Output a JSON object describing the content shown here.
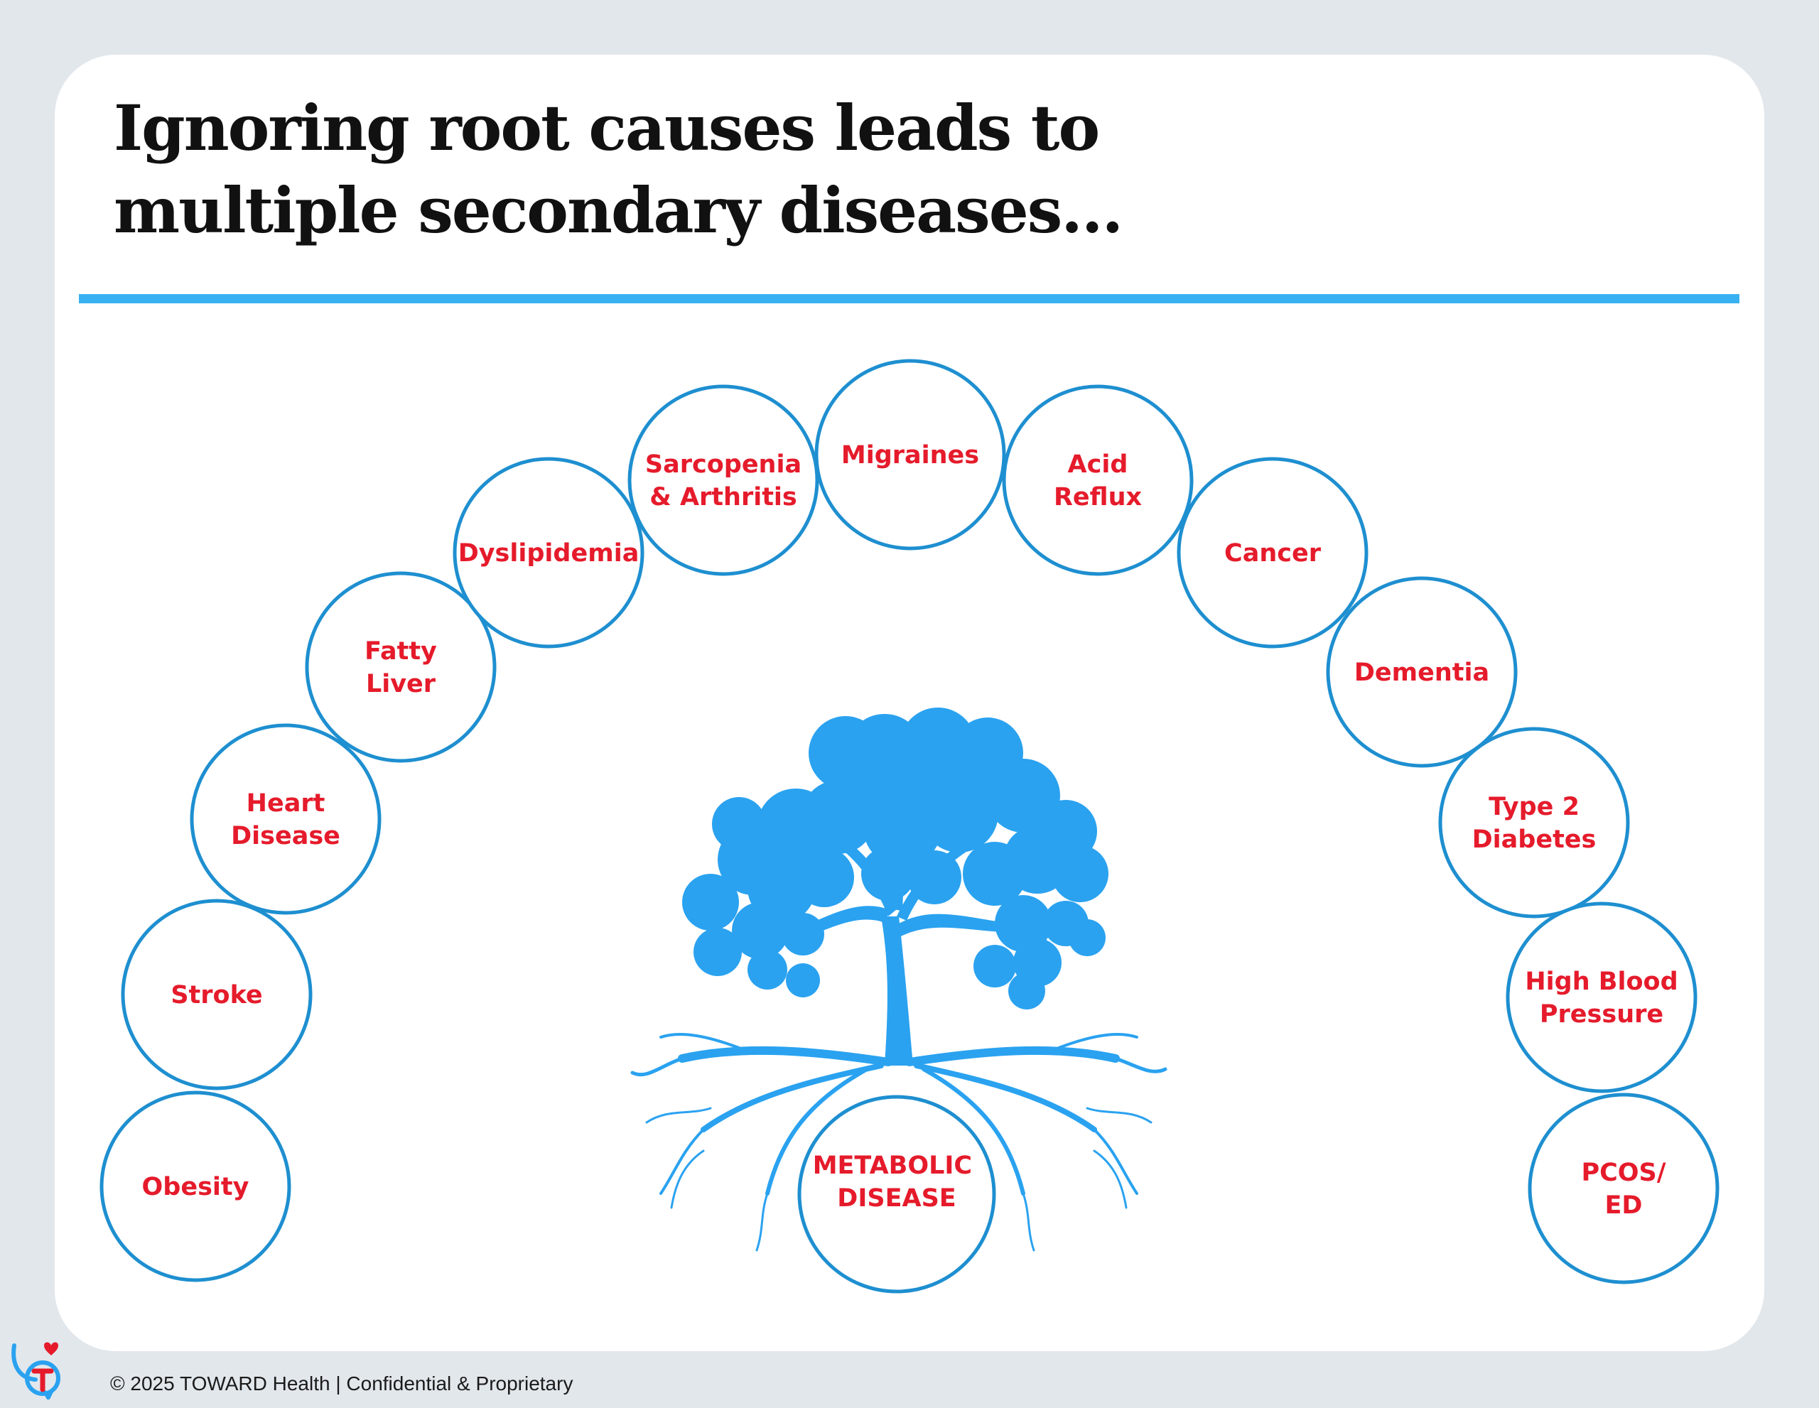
{
  "title_lines": [
    "Ignoring root causes leads to",
    "multiple secondary diseases..."
  ],
  "footer": "© 2025 TOWARD Health | Confidential & Proprietary",
  "colors": {
    "accent_blue": "#38b1f2",
    "circle_stroke": "#1e8fd0",
    "label_red": "#e51b2b",
    "tree_blue": "#2aa2f0"
  },
  "root": {
    "lines": [
      "METABOLIC",
      "DISEASE"
    ]
  },
  "nodes": [
    {
      "id": "obesity",
      "lines": [
        "Obesity"
      ]
    },
    {
      "id": "stroke",
      "lines": [
        "Stroke"
      ]
    },
    {
      "id": "heart-disease",
      "lines": [
        "Heart",
        "Disease"
      ]
    },
    {
      "id": "fatty-liver",
      "lines": [
        "Fatty",
        "Liver"
      ]
    },
    {
      "id": "dyslipidemia",
      "lines": [
        "Dyslipidemia"
      ]
    },
    {
      "id": "sarcopenia-arthritis",
      "lines": [
        "Sarcopenia",
        "& Arthritis"
      ]
    },
    {
      "id": "migraines",
      "lines": [
        "Migraines"
      ]
    },
    {
      "id": "acid-reflux",
      "lines": [
        "Acid",
        "Reflux"
      ]
    },
    {
      "id": "cancer",
      "lines": [
        "Cancer"
      ]
    },
    {
      "id": "dementia",
      "lines": [
        "Dementia"
      ]
    },
    {
      "id": "type-2-diabetes",
      "lines": [
        "Type 2",
        "Diabetes"
      ]
    },
    {
      "id": "high-blood-pressure",
      "lines": [
        "High Blood",
        "Pressure"
      ]
    },
    {
      "id": "pcos-ed",
      "lines": [
        "PCOS/",
        "ED"
      ]
    }
  ]
}
